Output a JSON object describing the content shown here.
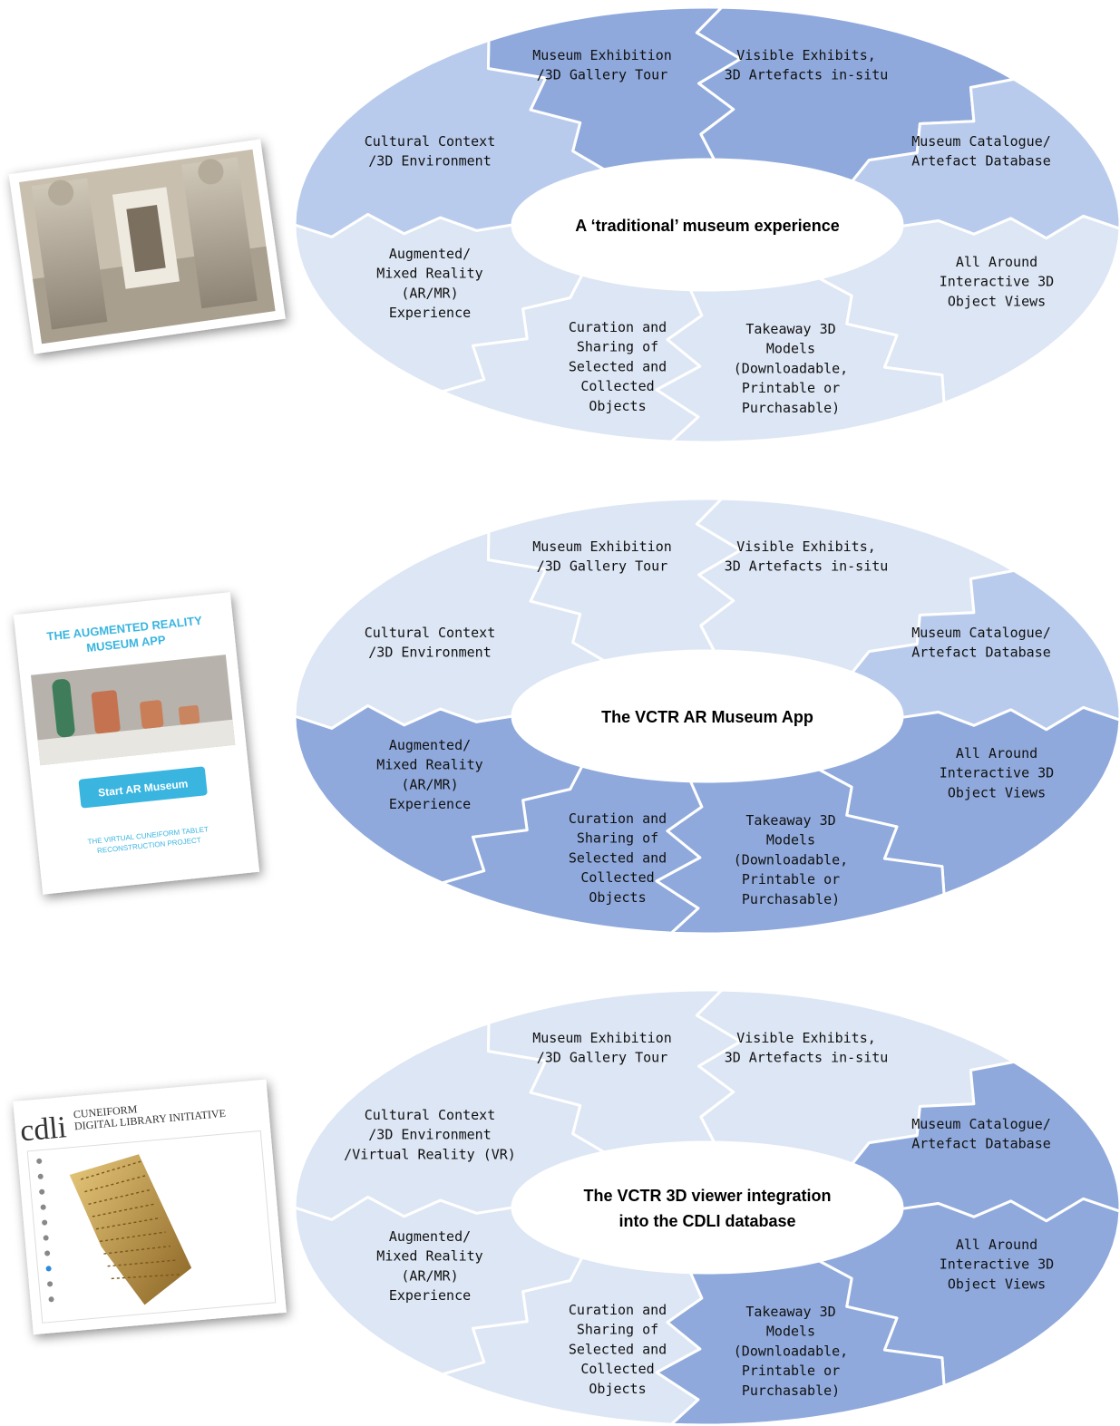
{
  "colors": {
    "active": "#8fa9dc",
    "inactive": "#dde6f4",
    "mid": "#b9cbec",
    "app_accent": "#39b5e0"
  },
  "segment_labels": {
    "top_left": [
      "Museum Exhibition",
      "/3D Gallery Tour"
    ],
    "top_right": [
      "Visible Exhibits,",
      "3D Artefacts in-situ"
    ],
    "right_upper": [
      "Museum Catalogue/",
      "Artefact Database"
    ],
    "right_lower": [
      "All Around",
      "Interactive 3D",
      "Object Views"
    ],
    "bottom_right": [
      "Takeaway 3D",
      "Models",
      "(Downloadable,",
      "Printable or",
      "Purchasable)"
    ],
    "bottom_left": [
      "Curation and",
      "Sharing of",
      "Selected and",
      "Collected",
      "Objects"
    ],
    "left_lower": [
      "Augmented/",
      "Mixed Reality",
      "(AR/MR)",
      "Experience"
    ],
    "left_upper": [
      "Cultural Context",
      "/3D Environment"
    ]
  },
  "panels": [
    {
      "id": "traditional",
      "center": [
        "A ‘traditional’ museum experience"
      ],
      "left_upper_extra": [],
      "states": {
        "top_left": "active",
        "top_right": "active",
        "right_upper": "mid",
        "right_lower": "inactive",
        "bottom_right": "inactive",
        "bottom_left": "inactive",
        "left_lower": "inactive",
        "left_upper": "mid"
      },
      "thumbnail": {
        "kind": "gallery-photo"
      }
    },
    {
      "id": "ar-app",
      "center": [
        "The VCTR AR Museum App"
      ],
      "left_upper_extra": [],
      "states": {
        "top_left": "inactive",
        "top_right": "inactive",
        "right_upper": "mid",
        "right_lower": "active",
        "bottom_right": "active",
        "bottom_left": "active",
        "left_lower": "active",
        "left_upper": "inactive"
      },
      "thumbnail": {
        "kind": "app-screen",
        "title": [
          "THE AUGMENTED REALITY",
          "MUSEUM APP"
        ],
        "button": "Start AR Museum",
        "footer": [
          "THE VIRTUAL CUNEIFORM TABLET",
          "RECONSTRUCTION PROJECT"
        ]
      }
    },
    {
      "id": "cdli",
      "center": [
        "The VCTR 3D viewer integration",
        "into the CDLI database"
      ],
      "left_upper_extra": [
        "/Virtual Reality (VR)"
      ],
      "states": {
        "top_left": "inactive",
        "top_right": "inactive",
        "right_upper": "active",
        "right_lower": "active",
        "bottom_right": "active",
        "bottom_left": "inactive",
        "left_lower": "inactive",
        "left_upper": "inactive"
      },
      "thumbnail": {
        "kind": "cdli-viewer",
        "logo": "cdli",
        "logo_text": [
          "CUNEIFORM",
          "DIGITAL LIBRARY INITIATIVE"
        ]
      }
    }
  ]
}
